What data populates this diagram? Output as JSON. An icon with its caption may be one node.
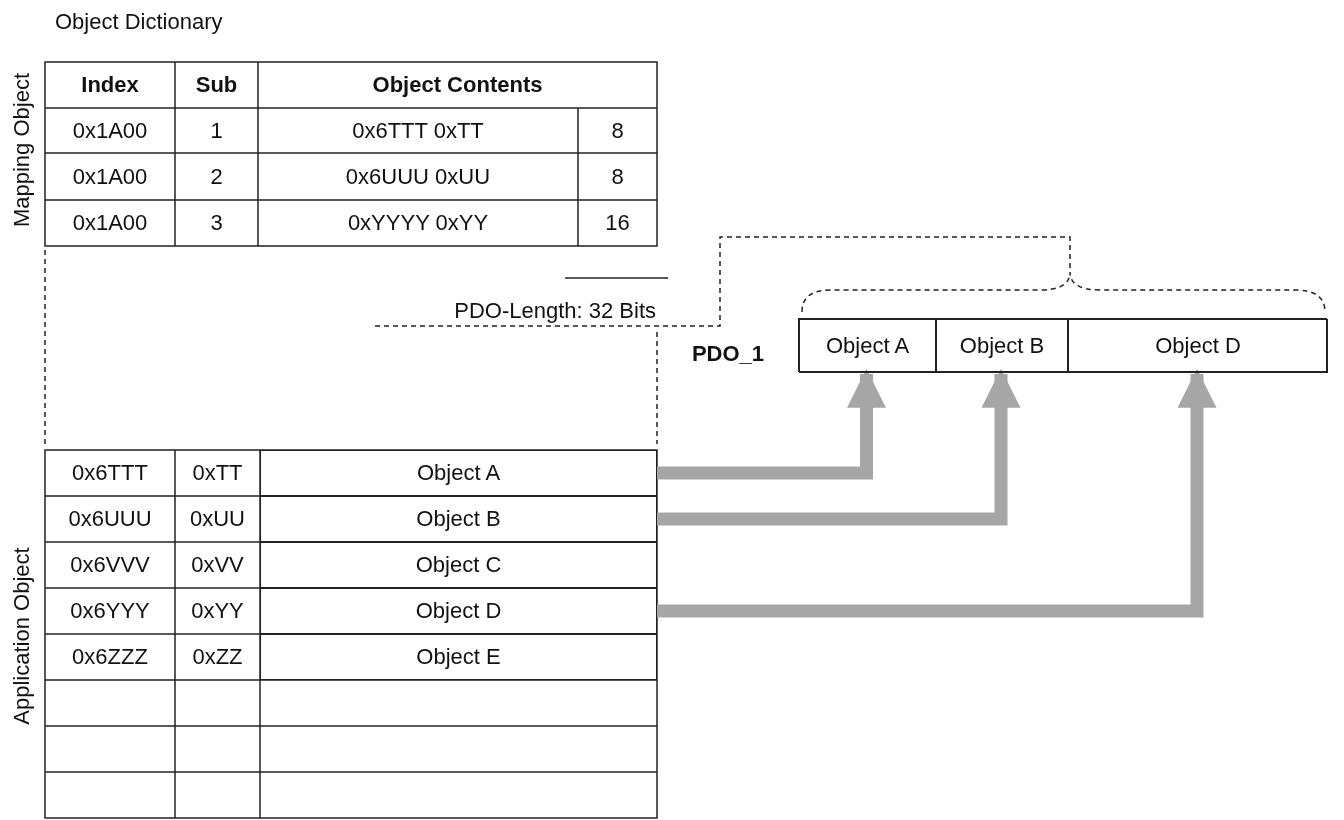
{
  "diagram": {
    "nodes": [
      {
        "text": [],
        "shape": "box",
        "beside": [
          "PDO_1"
        ]
      },
      {
        "text": [
          "Object A"
        ],
        "in": 0
      },
      {
        "text": [
          "Object B"
        ],
        "in": 0
      },
      {
        "text": [
          "Object D"
        ],
        "in": 0
      },
      {
        "text": [
          "Object A"
        ]
      },
      {
        "text": [
          "Object B"
        ]
      },
      {
        "text": [
          "Object C"
        ]
      },
      {
        "text": [
          "Object D"
        ]
      },
      {
        "text": [
          "Object E"
        ]
      }
    ],
    "edges": [
      {
        "from": 4,
        "to": 1,
        "arrow": "to"
      },
      {
        "from": 5,
        "to": 2,
        "arrow": "to"
      },
      {
        "from": 7,
        "to": 3,
        "arrow": "to"
      }
    ],
    "labels": [
      "Object Dictionary",
      "Mapping Object",
      "Index",
      "Sub",
      "Object Contents",
      "0x1A00",
      "1",
      "0x6TTT 0xTT",
      "8",
      "0x1A00",
      "2",
      "0x6UUU 0xUU",
      "8",
      "0x1A00",
      "3",
      "0xYYYY 0xYY",
      "16",
      "PDO-Length: 32 Bits",
      "Application Object",
      "0x6TTT",
      "0xTT",
      "0x6UUU",
      "0xUU",
      "0x6VVV",
      "0xVV",
      "0x6YYY",
      "0xYY",
      "0x6ZZZ",
      "0xZZ"
    ]
  }
}
